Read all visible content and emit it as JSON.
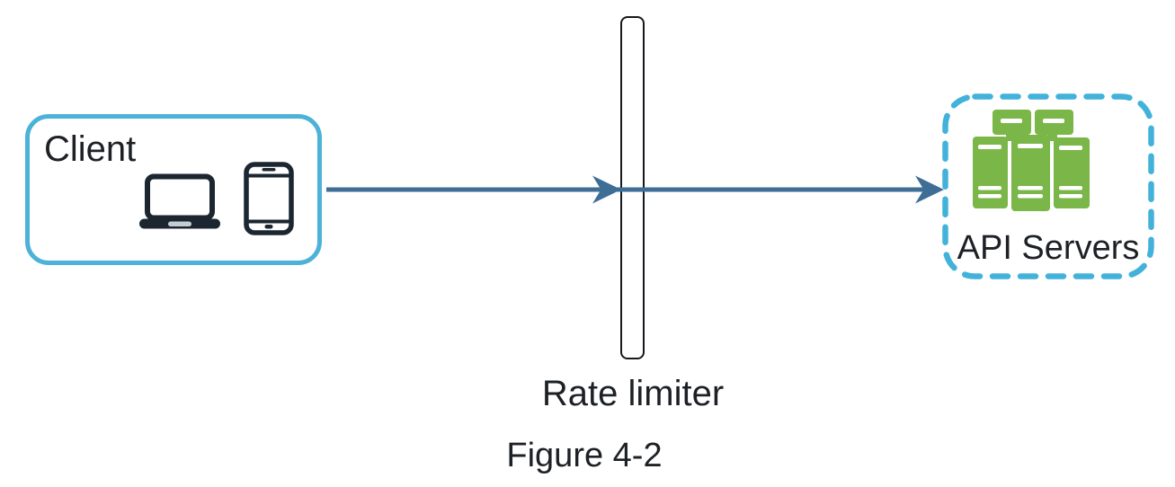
{
  "figure": {
    "caption": "Figure 4-2"
  },
  "diagram": {
    "client": {
      "label": "Client",
      "icons": [
        "laptop-icon",
        "smartphone-icon"
      ]
    },
    "rate_limiter": {
      "label": "Rate limiter"
    },
    "api_servers": {
      "label": "API Servers",
      "icon": "server-cluster-icon"
    },
    "flow": [
      {
        "from": "Client",
        "to": "Rate limiter"
      },
      {
        "from": "Rate limiter",
        "to": "API Servers"
      }
    ],
    "colors": {
      "client_border": "#4cb2d8",
      "api_border_dashed": "#42b2da",
      "arrow": "#3e6d95",
      "server_green": "#7ab648",
      "device_icon": "#1b2630",
      "text": "#1d2126",
      "background": "#ffffff"
    }
  }
}
